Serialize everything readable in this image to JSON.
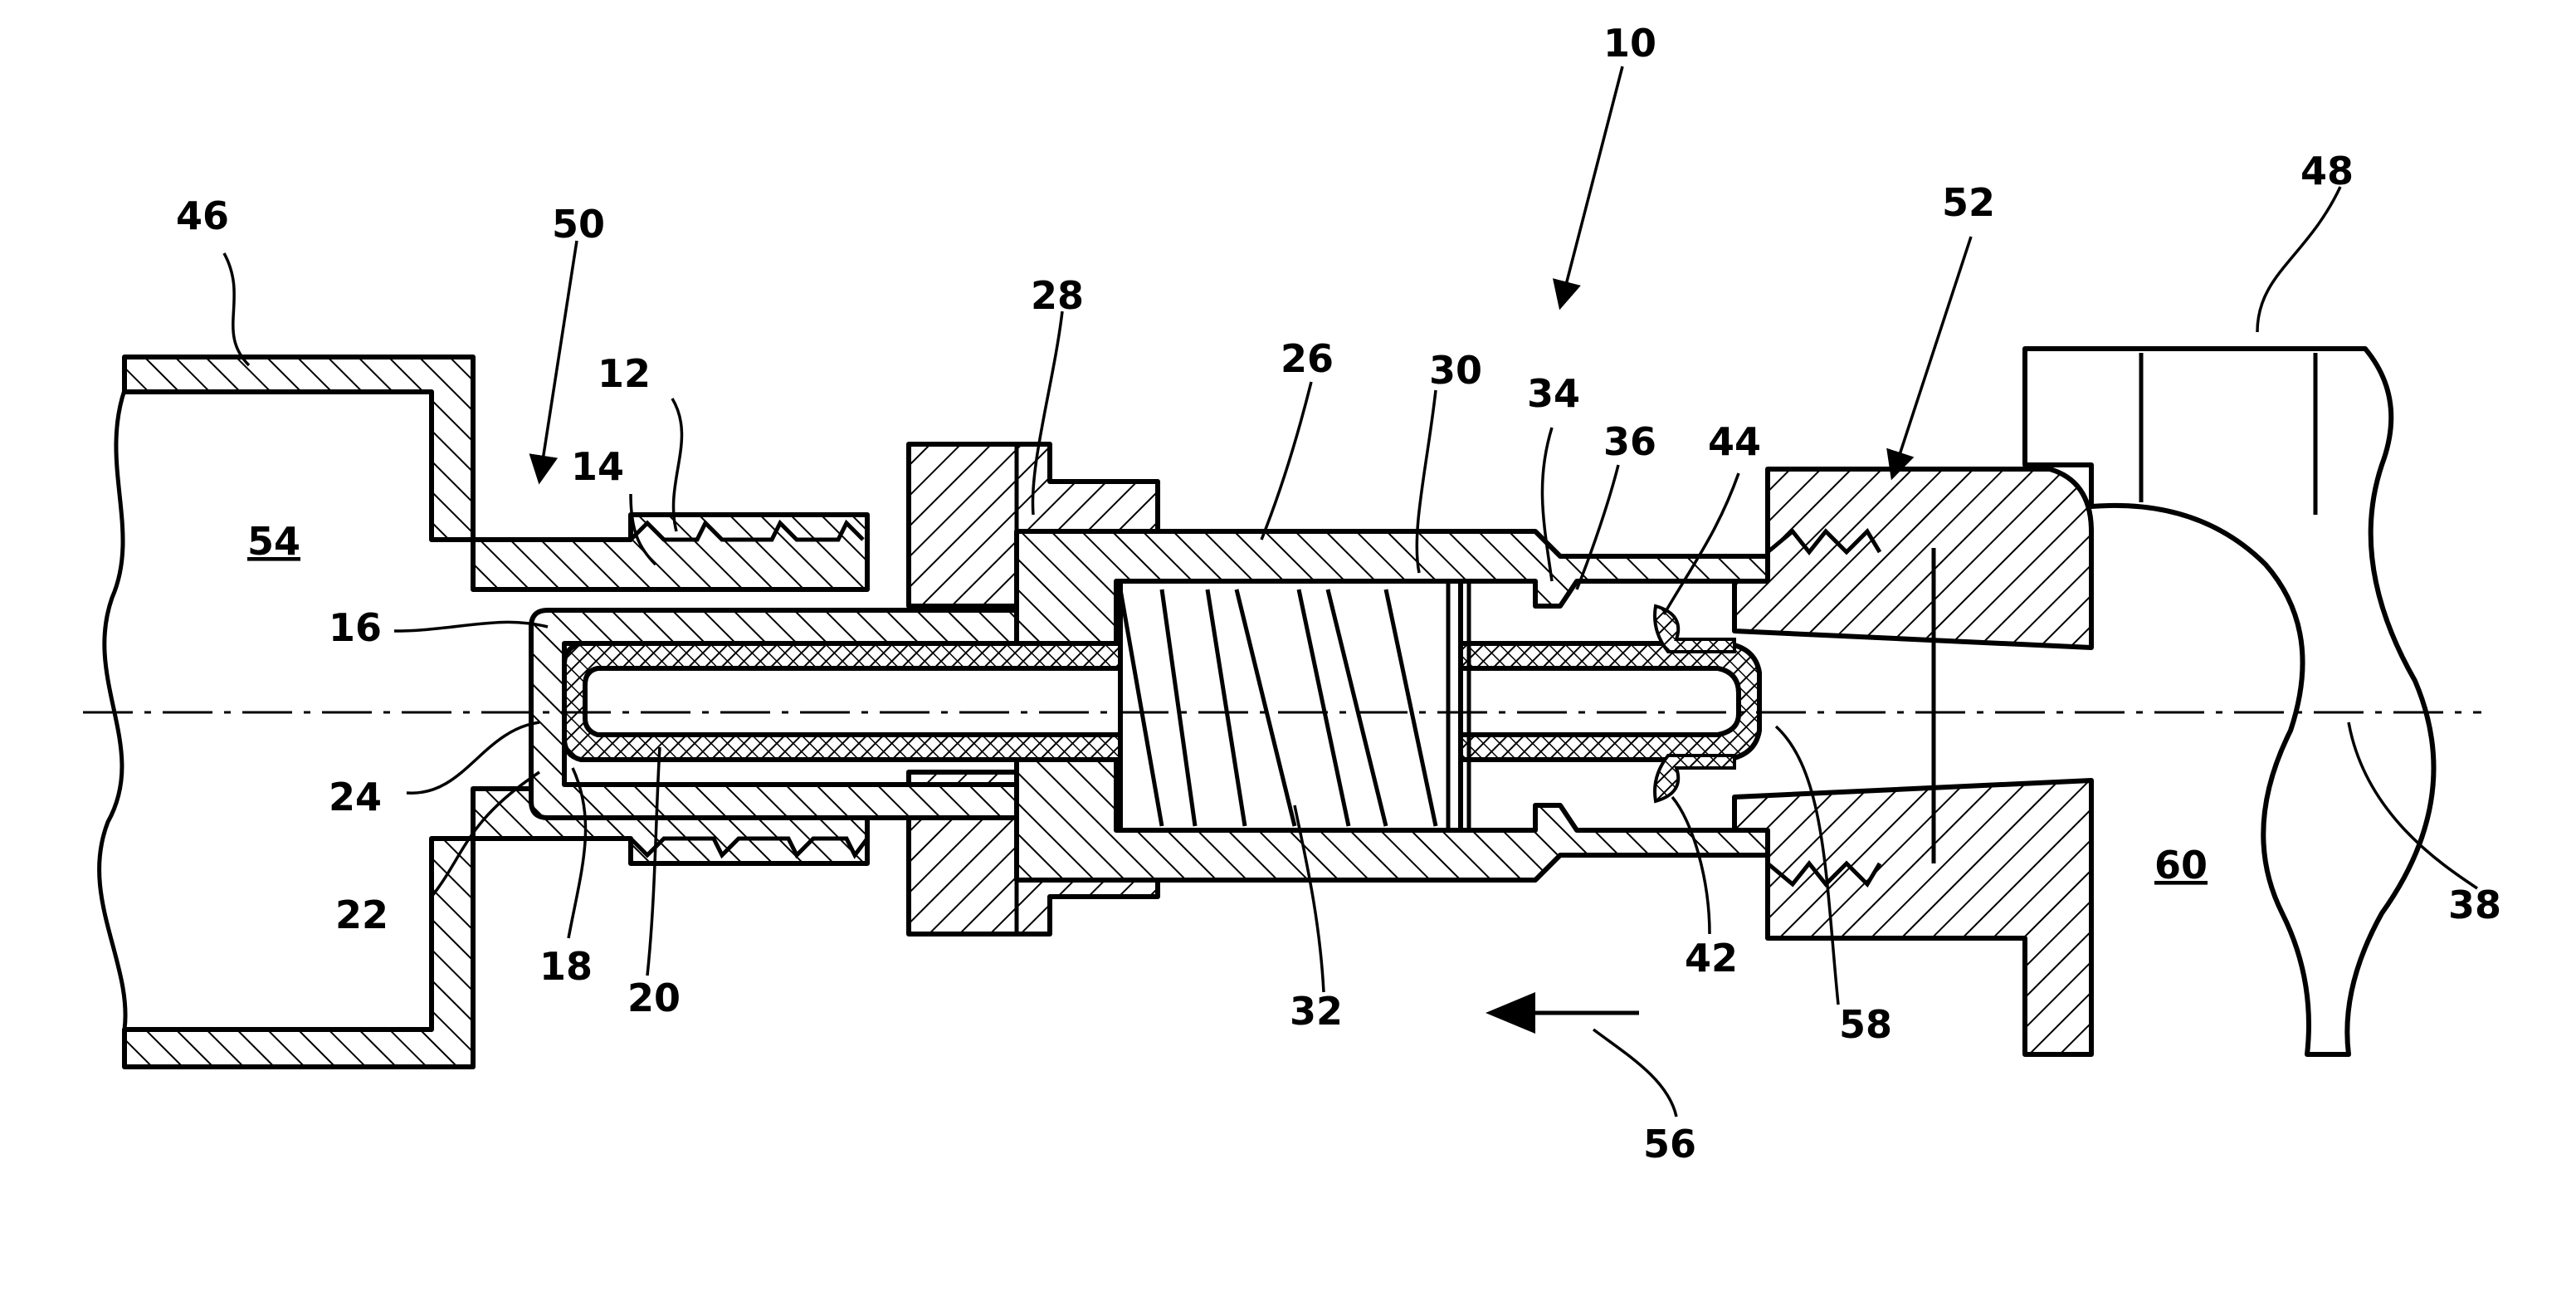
{
  "labels": {
    "l10": "10",
    "l12": "12",
    "l14": "14",
    "l16": "16",
    "l18": "18",
    "l20": "20",
    "l22": "22",
    "l24": "24",
    "l26": "26",
    "l28": "28",
    "l30": "30",
    "l32": "32",
    "l34": "34",
    "l36": "36",
    "l38": "38",
    "l42": "42",
    "l44": "44",
    "l46": "46",
    "l48": "48",
    "l50": "50",
    "l52": "52",
    "l54": "54",
    "l56": "56",
    "l58": "58",
    "l60": "60"
  },
  "colors": {
    "ink": "#000000",
    "paper": "#ffffff"
  }
}
